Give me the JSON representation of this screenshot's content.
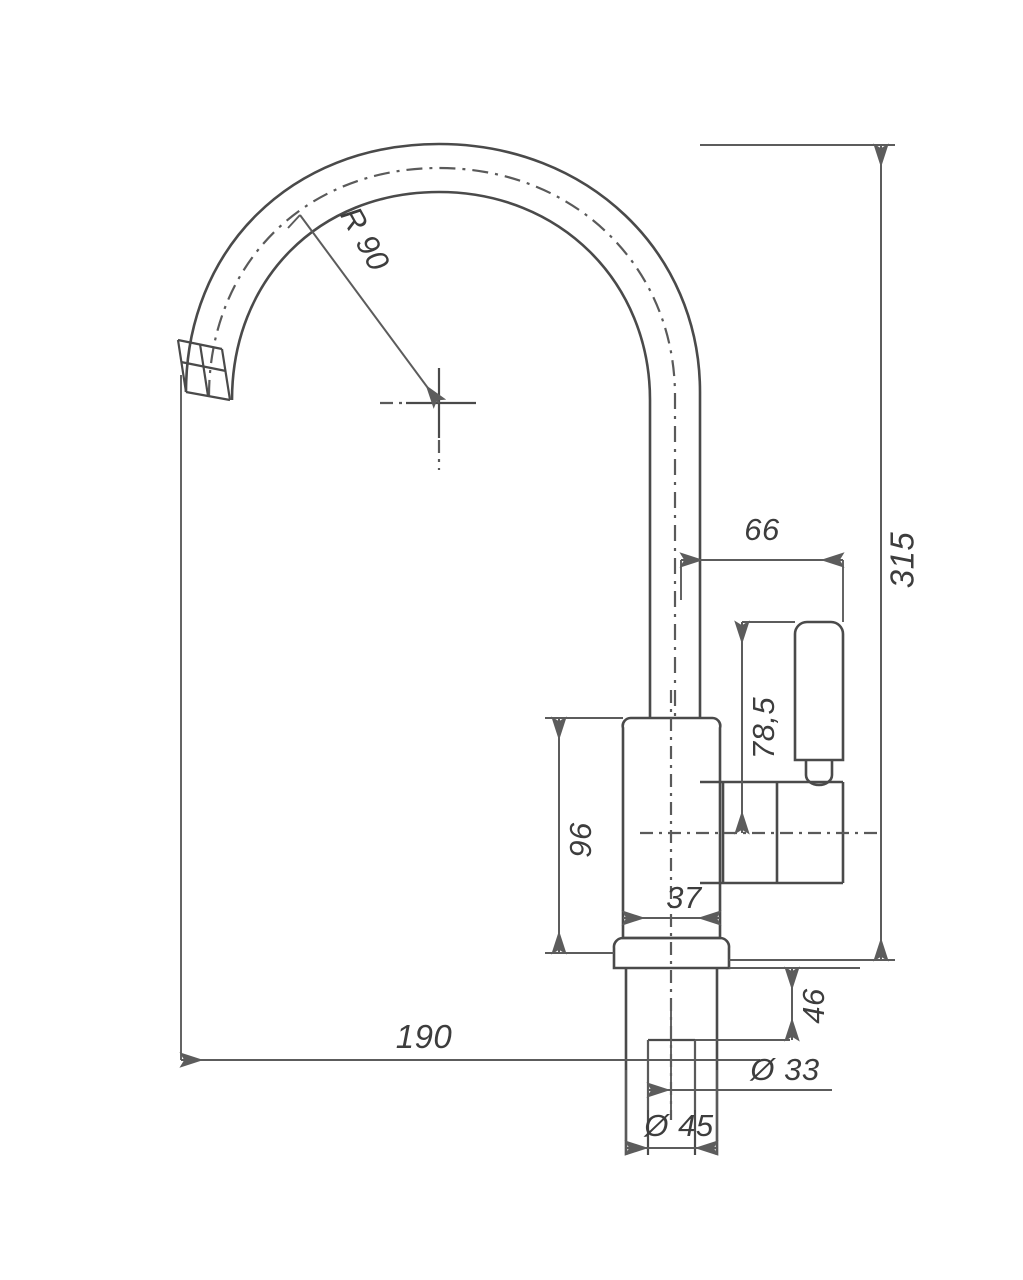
{
  "document": {
    "type": "technical-drawing",
    "subject": "Kitchen mixer tap / gooseneck faucet dimensioned elevation",
    "units": "mm",
    "background_color": "#ffffff",
    "line_color": "#4a4a4a",
    "dimension_color": "#5c5c5c",
    "text_color": "#3d3d3d"
  },
  "dimensions": {
    "radius_spout": {
      "label": "R 90",
      "value": 90,
      "prefix": "R",
      "kind": "radius",
      "orientation": "rotated",
      "rotation_deg": 55
    },
    "overall_height": {
      "label": "315",
      "value": 315,
      "kind": "linear-vertical",
      "orientation": "rotated",
      "rotation_deg": -90
    },
    "spout_to_handle": {
      "label": "66",
      "value": 66,
      "kind": "linear-horizontal",
      "orientation": "horizontal"
    },
    "handle_height": {
      "label": "78,5",
      "value": 78.5,
      "kind": "linear-vertical",
      "orientation": "rotated",
      "rotation_deg": -90
    },
    "body_height": {
      "label": "96",
      "value": 96,
      "kind": "linear-vertical",
      "orientation": "rotated",
      "rotation_deg": -90
    },
    "body_width": {
      "label": "37",
      "value": 37,
      "kind": "linear-horizontal",
      "orientation": "horizontal"
    },
    "reach": {
      "label": "190",
      "value": 190,
      "kind": "linear-horizontal",
      "orientation": "horizontal"
    },
    "shank_length": {
      "label": "46",
      "value": 46,
      "kind": "linear-vertical",
      "orientation": "rotated",
      "rotation_deg": -90
    },
    "shank_diameter": {
      "label": "Ø 33",
      "value": 33,
      "prefix": "Ø",
      "kind": "diameter",
      "orientation": "horizontal"
    },
    "base_diameter": {
      "label": "Ø 45",
      "value": 45,
      "prefix": "Ø",
      "kind": "diameter",
      "orientation": "horizontal"
    }
  },
  "parts": {
    "spout_arc": "gooseneck-spout-arc",
    "aerator": "spout-outlet-aerator",
    "riser": "vertical-spout-tube",
    "body": "faucet-body-column",
    "escutcheon": "base-escutcheon-flange",
    "shank": "mounting-shank",
    "handle": "lever-handle",
    "valve_block": "valve-cartridge-housing",
    "radius_center": "arc-center-crosshair"
  }
}
